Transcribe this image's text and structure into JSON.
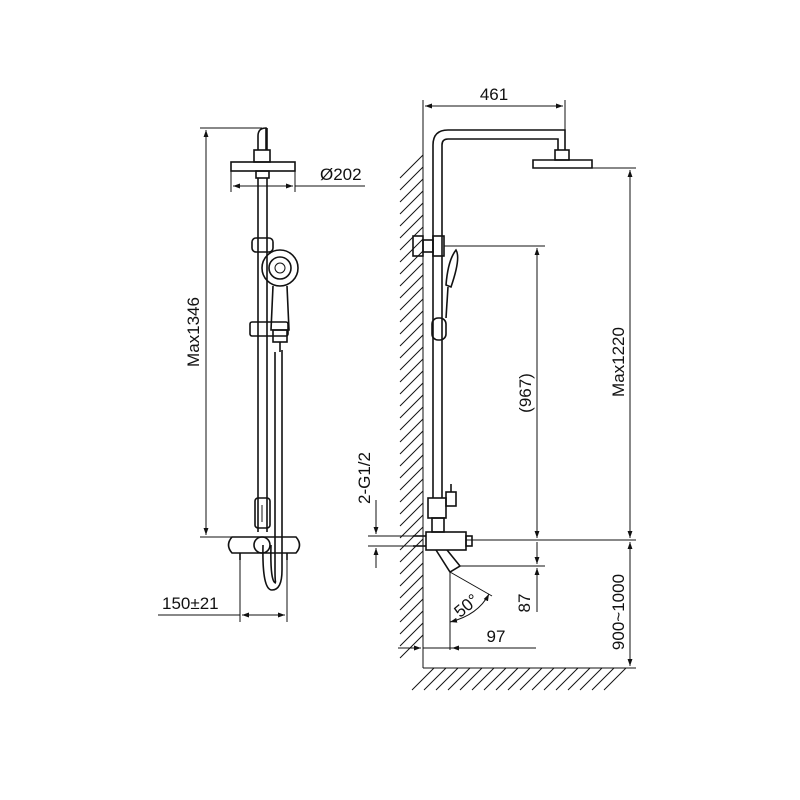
{
  "front_view": {
    "head_diameter_label": "Ø202",
    "max_height_label": "Max1346",
    "inlet_spacing_label": "150±21"
  },
  "side_view": {
    "arm_reach_label": "461",
    "max_head_label": "Max1220",
    "bracket_span_label": "(967)",
    "inlet_thread_label": "2-G1/2",
    "spout_height_label": "87",
    "spout_angle_label": "50°",
    "spout_reach_label": "97",
    "mount_height_label": "900~1000"
  }
}
